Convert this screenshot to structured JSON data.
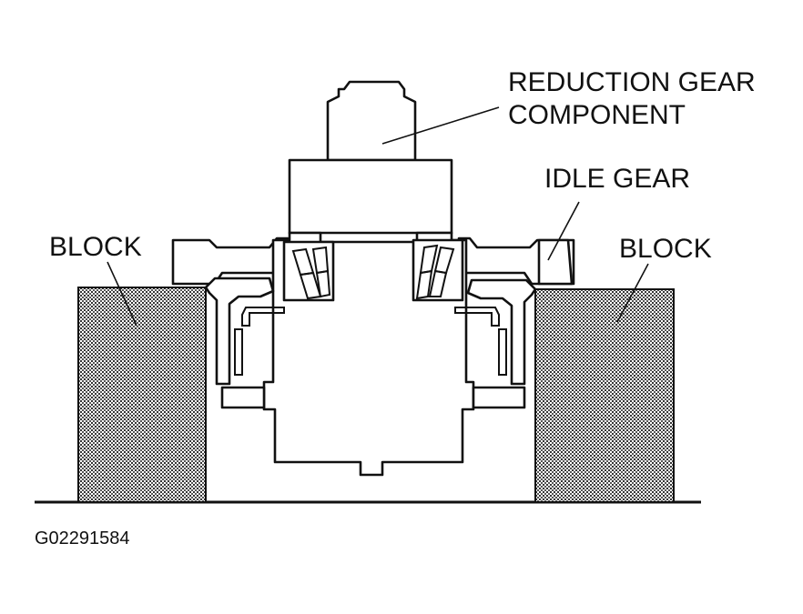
{
  "labels": {
    "reduction_gear_line1": "REDUCTION GEAR",
    "reduction_gear_line2": "COMPONENT",
    "idle_gear": "IDLE GEAR",
    "block_left": "BLOCK",
    "block_right": "BLOCK"
  },
  "figure_id": "G02291584"
}
